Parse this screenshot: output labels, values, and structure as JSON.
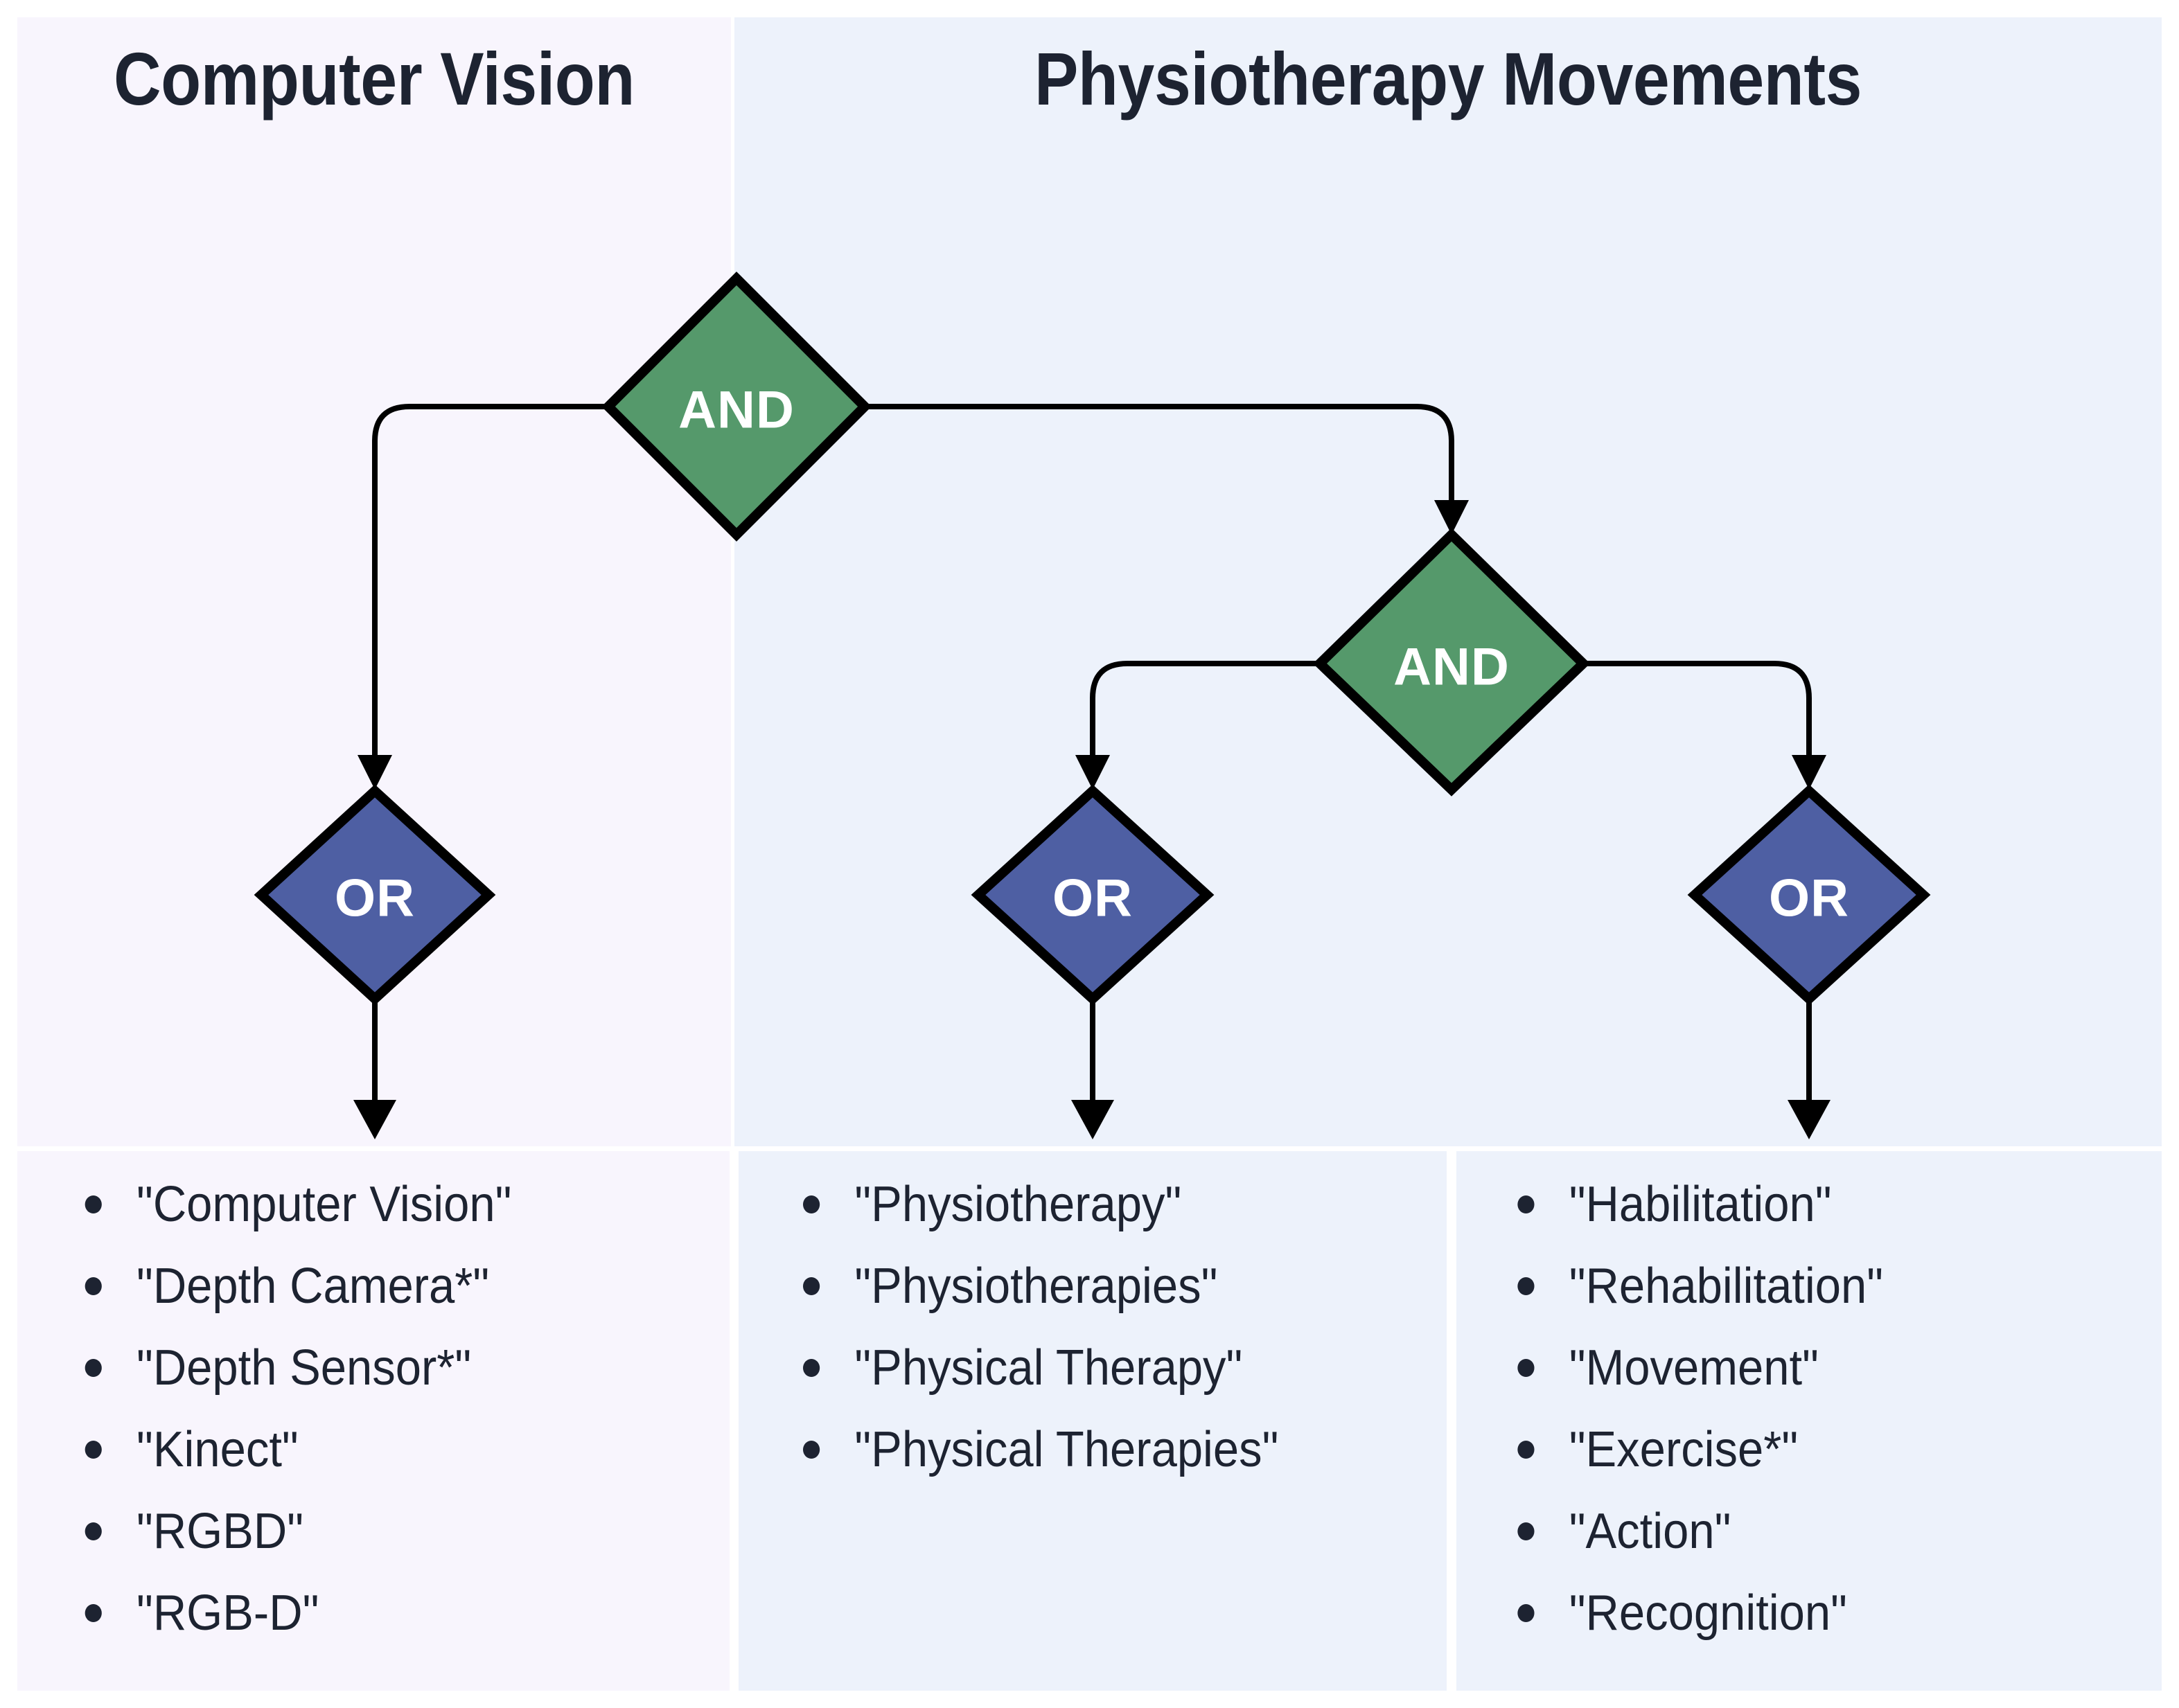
{
  "diagram": {
    "type": "boolean-search-query-tree",
    "columns": [
      {
        "id": "computer-vision",
        "title": "Computer Vision",
        "accent": "#f8f5fd"
      },
      {
        "id": "physiotherapy-movements",
        "title": "Physiotherapy Movements",
        "accent": "#edf2fb"
      }
    ],
    "colors": {
      "and_fill": "#55996b",
      "or_fill": "#4e5fa3",
      "node_stroke": "#000000",
      "node_text": "#ffffff",
      "text": "#1d2331",
      "panel_left_bg": "#f8f5fd",
      "panel_right_bg": "#edf2fb",
      "page_bg": "#ffffff"
    },
    "nodes": [
      {
        "id": "and-root",
        "label": "AND",
        "kind": "and"
      },
      {
        "id": "and-right",
        "label": "AND",
        "kind": "and"
      },
      {
        "id": "or-cv",
        "label": "OR",
        "kind": "or"
      },
      {
        "id": "or-physio",
        "label": "OR",
        "kind": "or"
      },
      {
        "id": "or-move",
        "label": "OR",
        "kind": "or"
      }
    ],
    "edges": [
      {
        "from": "and-root",
        "to": "or-cv"
      },
      {
        "from": "and-root",
        "to": "and-right"
      },
      {
        "from": "and-right",
        "to": "or-physio"
      },
      {
        "from": "and-right",
        "to": "or-move"
      },
      {
        "from": "or-cv",
        "to": "terms-computer-vision"
      },
      {
        "from": "or-physio",
        "to": "terms-physiotherapy"
      },
      {
        "from": "or-move",
        "to": "terms-movement"
      }
    ],
    "term_groups": [
      {
        "id": "terms-computer-vision",
        "column": "computer-vision",
        "items": [
          "\"Computer Vision\"",
          "\"Depth Camera*\"",
          "\"Depth Sensor*\"",
          "\"Kinect\"",
          "\"RGBD\"",
          "\"RGB-D\""
        ]
      },
      {
        "id": "terms-physiotherapy",
        "column": "physiotherapy-movements",
        "items": [
          "\"Physiotherapy\"",
          "\"Physiotherapies\"",
          "\"Physical Therapy\"",
          "\"Physical Therapies\""
        ]
      },
      {
        "id": "terms-movement",
        "column": "physiotherapy-movements",
        "items": [
          "\"Habilitation\"",
          "\"Rehabilitation\"",
          "\"Movement\"",
          "\"Exercise*\"",
          "\"Action\"",
          "\"Recognition\""
        ]
      }
    ]
  }
}
